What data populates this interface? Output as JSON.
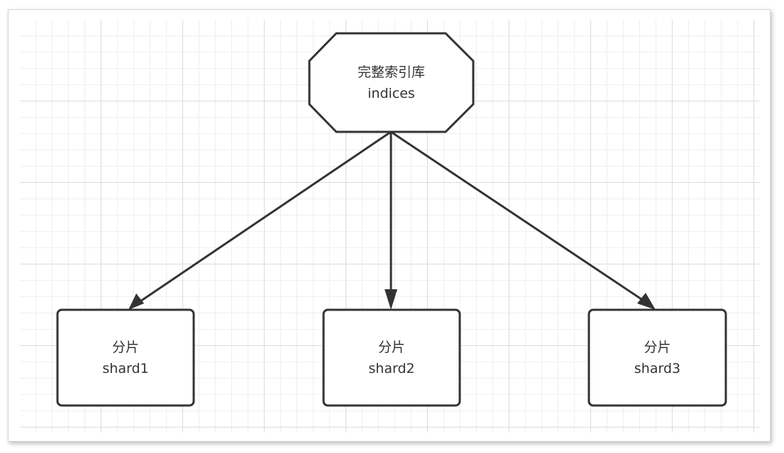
{
  "diagram": {
    "root": {
      "line1": "完整索引库",
      "line2": "indices"
    },
    "shards": [
      {
        "line1": "分片",
        "line2": "shard1"
      },
      {
        "line1": "分片",
        "line2": "shard2"
      },
      {
        "line1": "分片",
        "line2": "shard3"
      }
    ],
    "colors": {
      "stroke": "#333333",
      "fill": "#ffffff",
      "text": "#333333",
      "grid": "#dcdcdc"
    }
  }
}
